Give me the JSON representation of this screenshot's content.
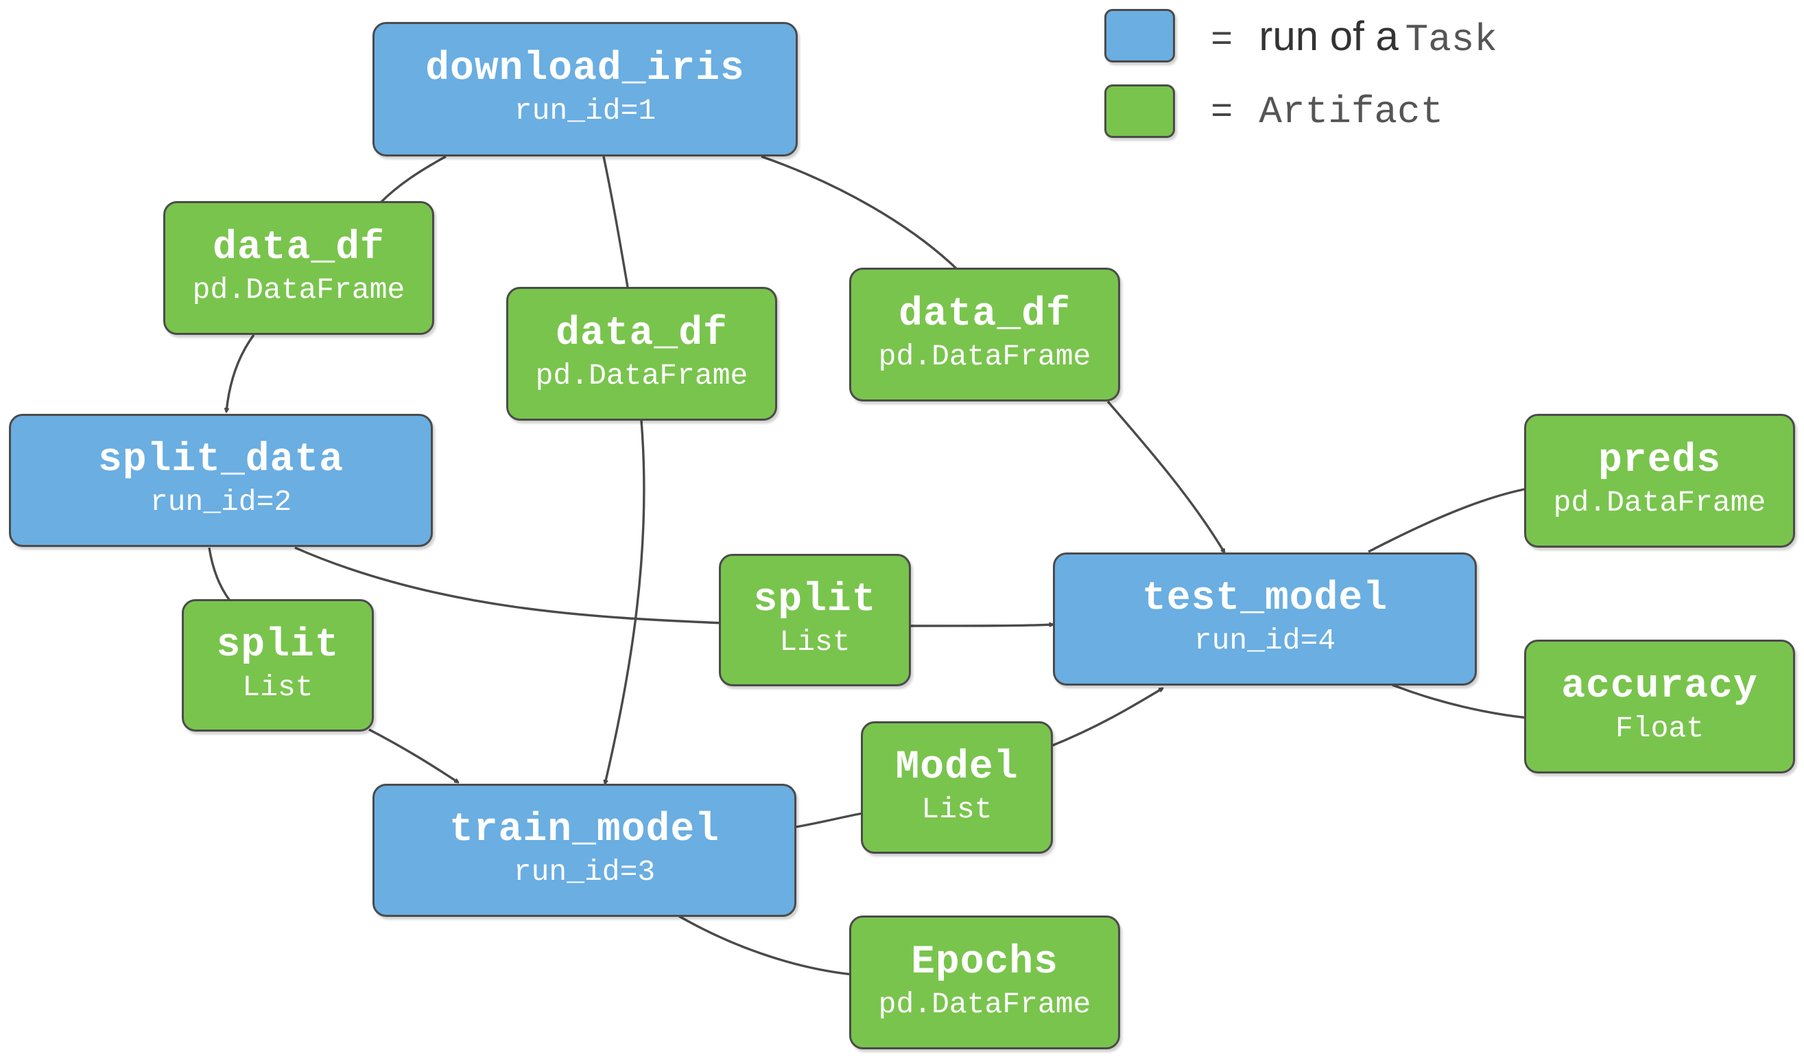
{
  "legend": {
    "equals": "=",
    "task_prefix": "run of a",
    "task_word": "Task",
    "artifact_word": "Artifact",
    "task_color": "#6aaee2",
    "artifact_color": "#79c44d"
  },
  "tasks": {
    "download_iris": {
      "title": "download_iris",
      "sub": "run_id=1"
    },
    "split_data": {
      "title": "split_data",
      "sub": "run_id=2"
    },
    "train_model": {
      "title": "train_model",
      "sub": "run_id=3"
    },
    "test_model": {
      "title": "test_model",
      "sub": "run_id=4"
    }
  },
  "artifacts": {
    "data_df_1": {
      "title": "data_df",
      "type": "pd.DataFrame"
    },
    "data_df_2": {
      "title": "data_df",
      "type": "pd.DataFrame"
    },
    "data_df_3": {
      "title": "data_df",
      "type": "pd.DataFrame"
    },
    "split_1": {
      "title": "split",
      "type": "List"
    },
    "split_2": {
      "title": "split",
      "type": "List"
    },
    "model": {
      "title": "Model",
      "type": "List"
    },
    "epochs": {
      "title": "Epochs",
      "type": "pd.DataFrame"
    },
    "preds": {
      "title": "preds",
      "type": "pd.DataFrame"
    },
    "accuracy": {
      "title": "accuracy",
      "type": "Float"
    }
  }
}
